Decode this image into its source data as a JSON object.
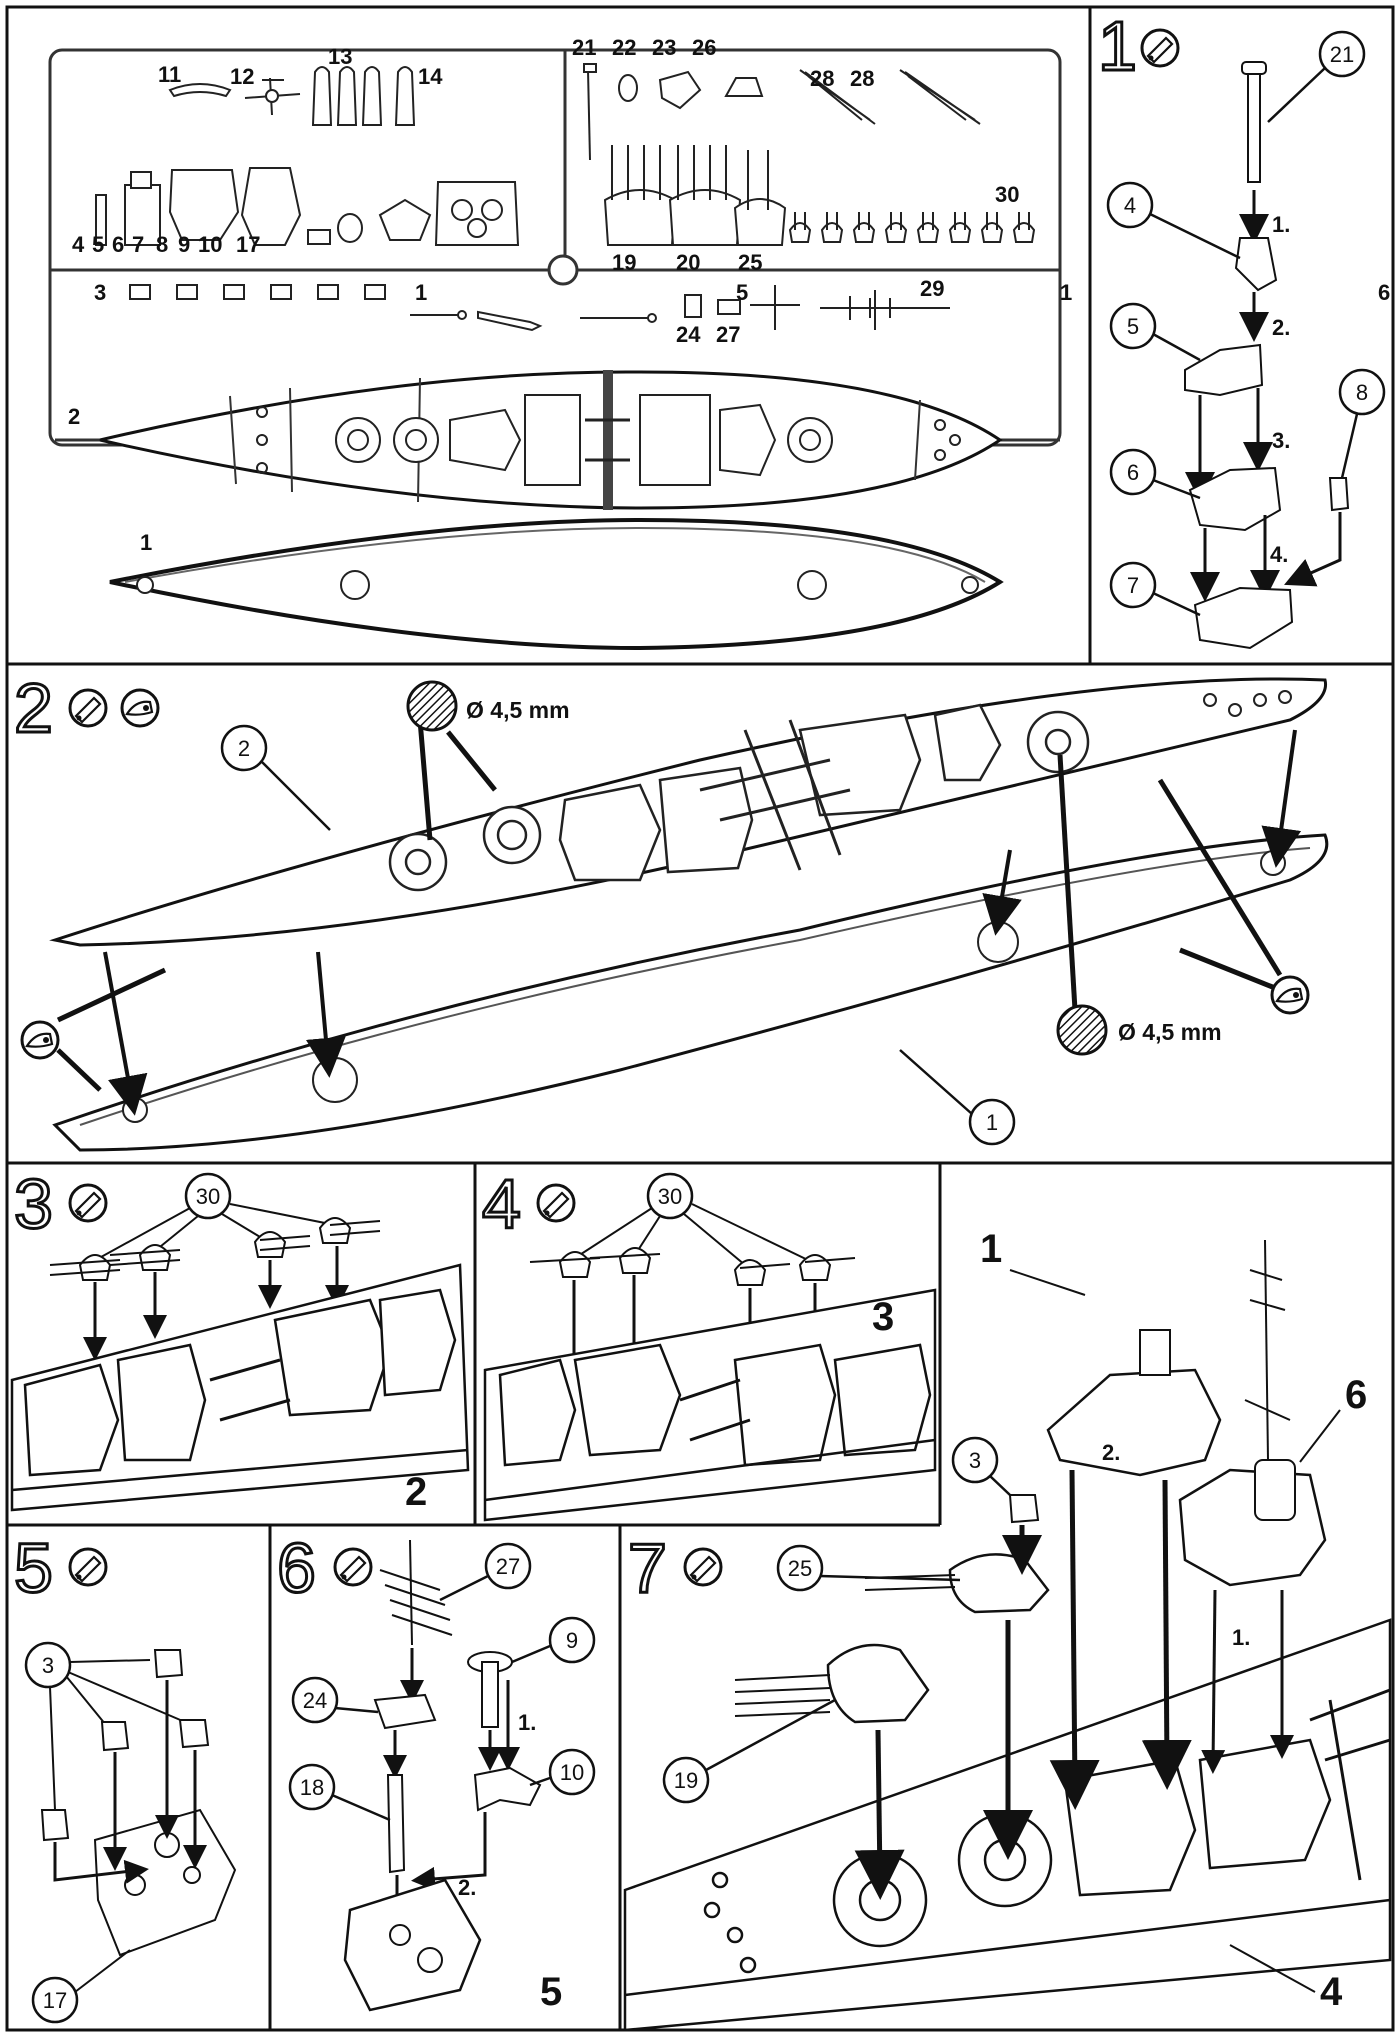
{
  "sprue": {
    "labels": [
      {
        "id": "p11",
        "text": "11"
      },
      {
        "id": "p12",
        "text": "12"
      },
      {
        "id": "p13",
        "text": "13"
      },
      {
        "id": "p14",
        "text": "14"
      },
      {
        "id": "p21",
        "text": "21"
      },
      {
        "id": "p22",
        "text": "22"
      },
      {
        "id": "p23",
        "text": "23"
      },
      {
        "id": "p26",
        "text": "26"
      },
      {
        "id": "p28a",
        "text": "28"
      },
      {
        "id": "p28b",
        "text": "28"
      },
      {
        "id": "p30",
        "text": "30"
      },
      {
        "id": "p4",
        "text": "4"
      },
      {
        "id": "p5a",
        "text": "5"
      },
      {
        "id": "p6",
        "text": "6"
      },
      {
        "id": "p7",
        "text": "7"
      },
      {
        "id": "p8",
        "text": "8"
      },
      {
        "id": "p9",
        "text": "9"
      },
      {
        "id": "p10",
        "text": "10"
      },
      {
        "id": "p17",
        "text": "17"
      },
      {
        "id": "p19",
        "text": "19"
      },
      {
        "id": "p20",
        "text": "20"
      },
      {
        "id": "p25",
        "text": "25"
      },
      {
        "id": "p3",
        "text": "3"
      },
      {
        "id": "p1a",
        "text": "1"
      },
      {
        "id": "p24",
        "text": "24"
      },
      {
        "id": "p27",
        "text": "27"
      },
      {
        "id": "p5b",
        "text": "5"
      },
      {
        "id": "p29",
        "text": "29"
      },
      {
        "id": "p1b",
        "text": "1"
      },
      {
        "id": "p2",
        "text": "2"
      },
      {
        "id": "p1c",
        "text": "1"
      }
    ]
  },
  "step1": {
    "number": "1",
    "parts": [
      "21",
      "4",
      "5",
      "8",
      "6",
      "7"
    ],
    "orders": [
      "1.",
      "2.",
      "3.",
      "4."
    ],
    "edge_label": "6"
  },
  "step2": {
    "number": "2",
    "parts": [
      "2",
      "1"
    ],
    "drill_notes": [
      "Ø 4,5 mm",
      "Ø 4,5 mm"
    ]
  },
  "step3": {
    "number": "3",
    "part": "30",
    "target": "2"
  },
  "step4": {
    "number": "4",
    "part": "30",
    "target": "3"
  },
  "step5": {
    "number": "5",
    "parts": [
      "3",
      "17"
    ]
  },
  "step6": {
    "number": "6",
    "parts": [
      "27",
      "9",
      "24",
      "10",
      "18"
    ],
    "orders": [
      "1.",
      "2."
    ],
    "target": "5"
  },
  "step7": {
    "number": "7",
    "big_labels": [
      "1",
      "6",
      "4"
    ],
    "parts": [
      "3",
      "25",
      "19"
    ],
    "orders": [
      "2.",
      "1."
    ]
  }
}
